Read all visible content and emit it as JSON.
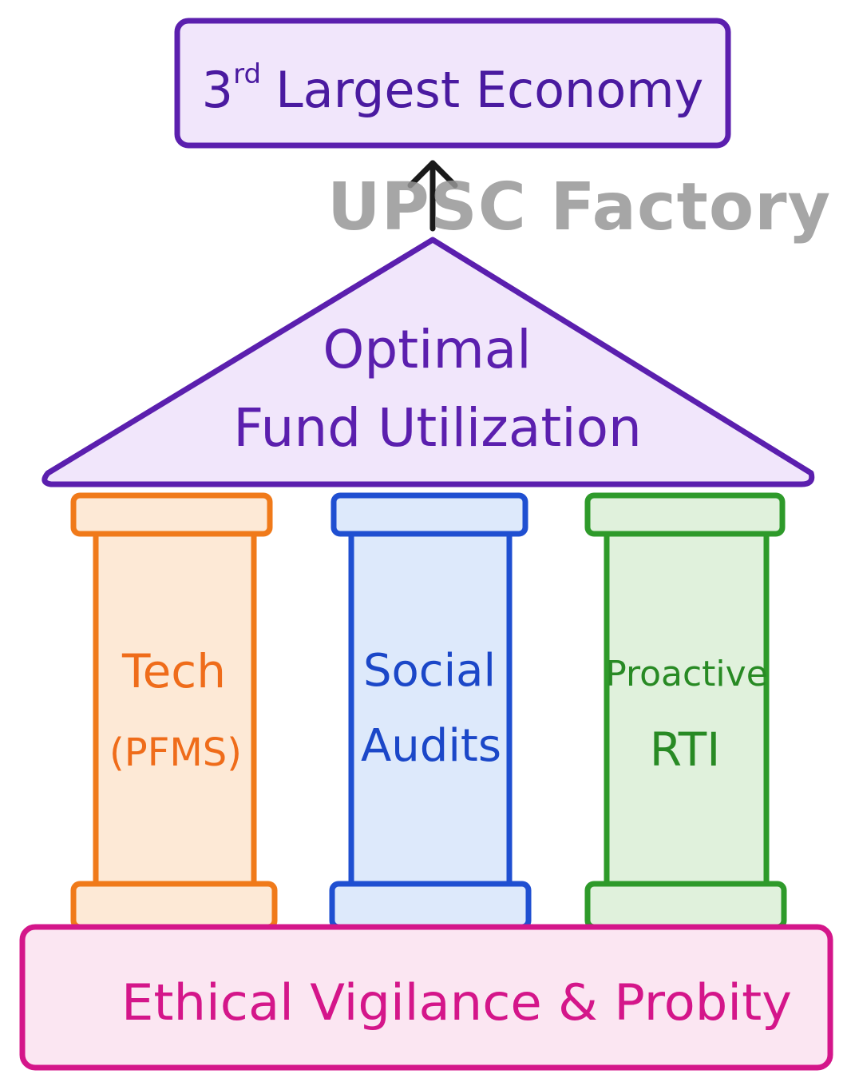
{
  "goal": {
    "ordinal_number": "3",
    "ordinal_suffix": "rd",
    "label": "Largest Economy"
  },
  "watermark": "UPSC Factory",
  "roof": {
    "line1": "Optimal",
    "line2": "Fund Utilization"
  },
  "pillars": [
    {
      "line1": "Tech",
      "line2": "(PFMS)",
      "stroke": "#f07a1a",
      "fill": "#fde9d6",
      "text": "#ef6c1a"
    },
    {
      "line1": "Social",
      "line2": "Audits",
      "stroke": "#1f4fd1",
      "fill": "#dde9fb",
      "text": "#1b47c8"
    },
    {
      "line1": "Proactive",
      "line2": "RTI",
      "stroke": "#2e9a2a",
      "fill": "#e0f1dc",
      "text": "#288a24"
    }
  ],
  "foundation": {
    "label": "Ethical Vigilance & Probity"
  },
  "colors": {
    "purple": "#5b1fae",
    "purple_fill": "#f1e6fb",
    "magenta": "#d4168a",
    "magenta_fill": "#fbe6f2",
    "arrow": "#1a1a1a"
  }
}
